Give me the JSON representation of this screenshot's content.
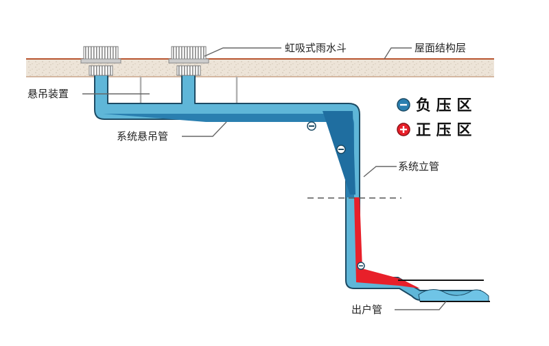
{
  "labels": {
    "roof_drain": "虹吸式雨水斗",
    "roof_layer": "屋面结构层",
    "hanger": "悬吊装置",
    "suspended_pipe": "系统悬吊管",
    "riser": "系统立管",
    "outlet_pipe": "出户管"
  },
  "legend": {
    "negative": "负 压 区",
    "positive": "正 压 区"
  },
  "colors": {
    "pipe_light": "#5fb6d8",
    "pipe_dark": "#2a7fb0",
    "pipe_outline": "#1c4a63",
    "positive": "#e8202a",
    "roof_fill": "#ede4d8",
    "roof_edge": "#b8542e"
  },
  "icons": {
    "negative": "minus-circle-icon",
    "positive": "plus-circle-icon"
  }
}
